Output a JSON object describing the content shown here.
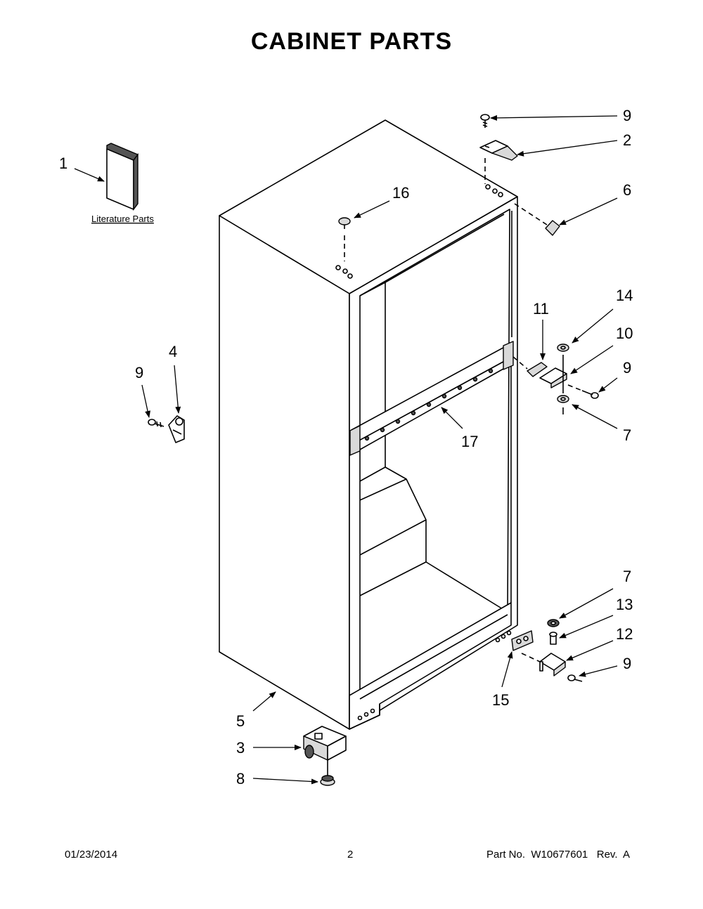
{
  "title": "CABINET PARTS",
  "literature_caption": "Literature Parts",
  "callouts": {
    "c1": "1",
    "c2": "2",
    "c3": "3",
    "c4": "4",
    "c5": "5",
    "c6": "6",
    "c7_top": "7",
    "c7_bottom": "7",
    "c8": "8",
    "c9_top": "9",
    "c9_left": "9",
    "c9_mid": "9",
    "c9_bottom": "9",
    "c10": "10",
    "c11": "11",
    "c12": "12",
    "c13": "13",
    "c14": "14",
    "c15": "15",
    "c16": "16",
    "c17": "17"
  },
  "footer": {
    "date": "01/23/2014",
    "page": "2",
    "part": "Part No.  W10677601   Rev.  A"
  }
}
